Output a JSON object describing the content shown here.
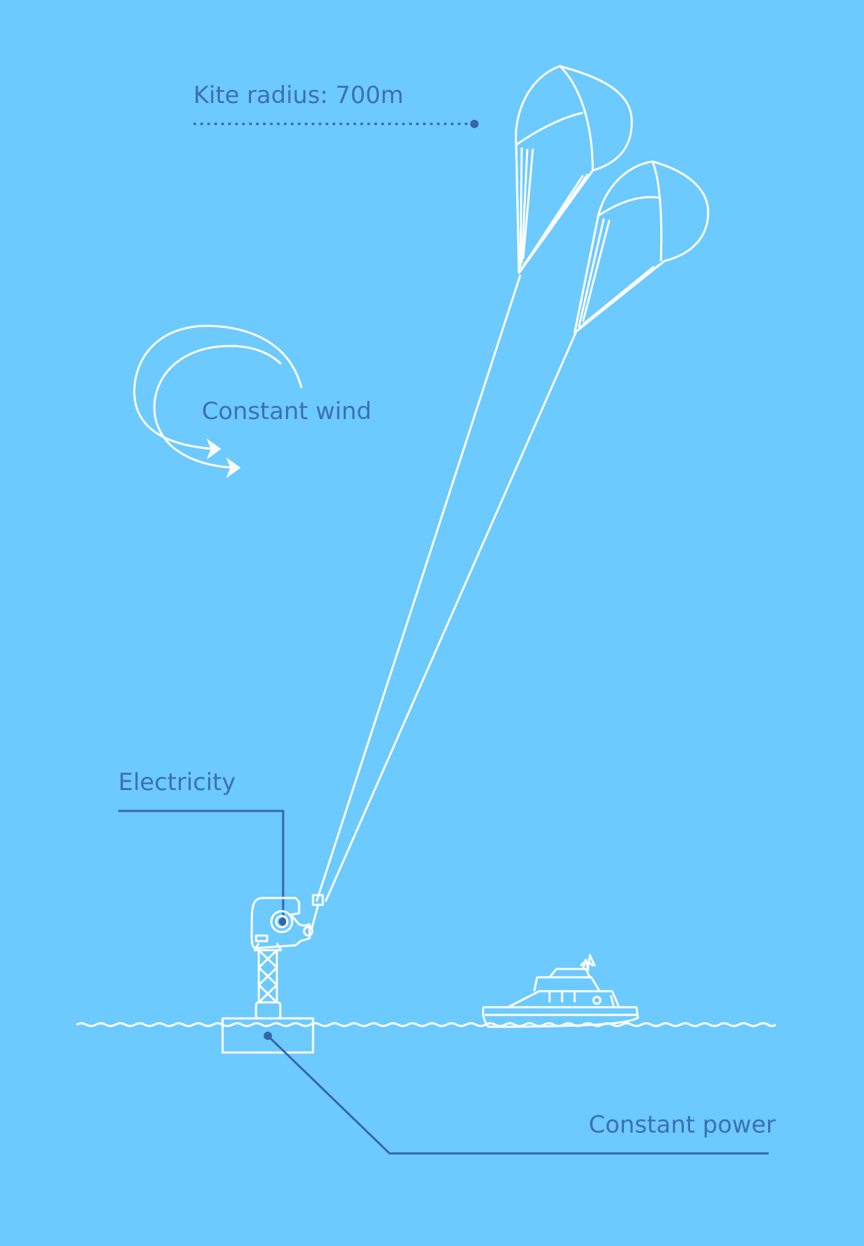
{
  "labels": {
    "kite_radius": "Kite radius: 700m",
    "constant_wind": "Constant wind",
    "electricity": "Electricity",
    "constant_power": "Constant power"
  },
  "colors": {
    "background": "#6ccaff",
    "label_text": "#3d6fb3",
    "leader_line": "#3565aa",
    "illustration_stroke": "#ffffff"
  }
}
